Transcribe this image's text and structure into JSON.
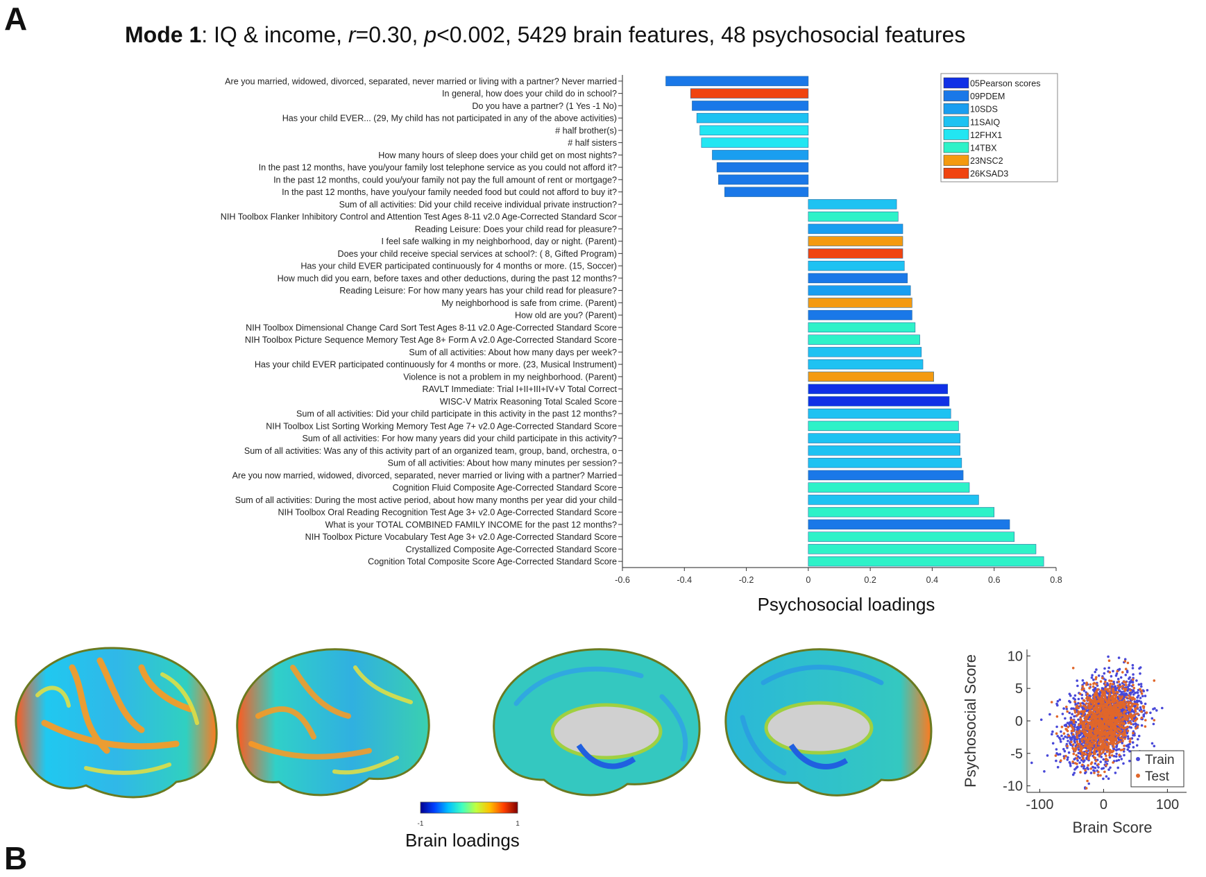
{
  "panel_label": "A",
  "panel_label_next": "B",
  "title": {
    "bold": "Mode 1",
    "plain1": ": IQ & income, ",
    "r_sym": "r",
    "r_val": "=0.30, ",
    "p_sym": "p",
    "p_val": "<0.002, 5429 brain features, 48 psychosocial features"
  },
  "colors": {
    "05Pearson scores": "#1030e6",
    "09PDEM": "#1a78e8",
    "10SDS": "#1a9ef0",
    "11SAIQ": "#1ec2f2",
    "12FHX1": "#22e6f2",
    "14TBX": "#2ef2c8",
    "23NSC2": "#f49a10",
    "26KSAD3": "#f04410"
  },
  "chart_data": [
    {
      "type": "bar",
      "orientation": "horizontal",
      "xlabel": "Psychosocial loadings",
      "xlim": [
        -0.6,
        0.8
      ],
      "xticks": [
        -0.6,
        -0.4,
        -0.2,
        0,
        0.2,
        0.4,
        0.6,
        0.8
      ],
      "xtick_labels": [
        "-0.6",
        "-0.4",
        "-0.2",
        "0",
        "0.2",
        "0.4",
        "0.6",
        "0.8"
      ],
      "legend": [
        "05Pearson scores",
        "09PDEM",
        "10SDS",
        "11SAIQ",
        "12FHX1",
        "14TBX",
        "23NSC2",
        "26KSAD3"
      ],
      "legend_placement": "top-right",
      "bars": [
        {
          "label": "Are you married, widowed, divorced, separated, never married or living with a partner? Never married",
          "value": -0.46,
          "group": "09PDEM"
        },
        {
          "label": "In general, how does your child do in school?",
          "value": -0.38,
          "group": "26KSAD3"
        },
        {
          "label": "Do you have a partner? (1 Yes -1 No)",
          "value": -0.375,
          "group": "09PDEM"
        },
        {
          "label": "Has your child EVER... (29, My child has not participated in any of the above activities)",
          "value": -0.36,
          "group": "11SAIQ"
        },
        {
          "label": "# half brother(s)",
          "value": -0.35,
          "group": "12FHX1"
        },
        {
          "label": "# half sisters",
          "value": -0.345,
          "group": "12FHX1"
        },
        {
          "label": "How many hours of sleep does your child get on most nights?",
          "value": -0.31,
          "group": "10SDS"
        },
        {
          "label": "In the past 12 months, have you/your family lost telephone service as you could not afford it?",
          "value": -0.295,
          "group": "09PDEM"
        },
        {
          "label": "In the past 12 months, could you/your family not pay the full amount of rent or mortgage?",
          "value": -0.29,
          "group": "09PDEM"
        },
        {
          "label": "In the past 12 months, have you/your family needed food but could not afford to buy it?",
          "value": -0.27,
          "group": "09PDEM"
        },
        {
          "label": "Sum of all activities:  Did your child receive individual private instruction?",
          "value": 0.285,
          "group": "11SAIQ"
        },
        {
          "label": "NIH Toolbox Flanker Inhibitory Control and Attention Test Ages 8-11 v2.0 Age-Corrected Standard Scor",
          "value": 0.29,
          "group": "14TBX"
        },
        {
          "label": "Reading Leisure: Does your child read for pleasure?",
          "value": 0.305,
          "group": "10SDS"
        },
        {
          "label": "I feel safe walking in my neighborhood, day or night. (Parent)",
          "value": 0.305,
          "group": "23NSC2"
        },
        {
          "label": "Does your child receive special services at school?: ( 8, Gifted Program)",
          "value": 0.305,
          "group": "26KSAD3"
        },
        {
          "label": "Has your child EVER participated continuously for 4 months or more. (15, Soccer)",
          "value": 0.31,
          "group": "11SAIQ"
        },
        {
          "label": "How much did you earn, before taxes and other deductions, during the past 12 months?",
          "value": 0.32,
          "group": "09PDEM"
        },
        {
          "label": "Reading Leisure: For how many years has your child read for pleasure?",
          "value": 0.33,
          "group": "10SDS"
        },
        {
          "label": "My neighborhood is safe from crime. (Parent)",
          "value": 0.335,
          "group": "23NSC2"
        },
        {
          "label": "How old are you? (Parent)",
          "value": 0.335,
          "group": "09PDEM"
        },
        {
          "label": "NIH Toolbox Dimensional Change Card Sort Test Ages 8-11 v2.0 Age-Corrected Standard Score",
          "value": 0.345,
          "group": "14TBX"
        },
        {
          "label": "NIH Toolbox Picture Sequence Memory Test Age 8+ Form A v2.0 Age-Corrected Standard Score",
          "value": 0.36,
          "group": "14TBX"
        },
        {
          "label": "Sum of all activities:  About how many days per week?",
          "value": 0.365,
          "group": "11SAIQ"
        },
        {
          "label": "Has your child EVER participated continuously for 4 months or more. (23, Musical Instrument)",
          "value": 0.37,
          "group": "11SAIQ"
        },
        {
          "label": "Violence is not a problem in my neighborhood. (Parent)",
          "value": 0.405,
          "group": "23NSC2"
        },
        {
          "label": "RAVLT Immediate: Trial I+II+III+IV+V Total Correct",
          "value": 0.45,
          "group": "05Pearson scores"
        },
        {
          "label": "WISC-V Matrix Reasoning Total Scaled Score",
          "value": 0.455,
          "group": "05Pearson scores"
        },
        {
          "label": "Sum of all activities:  Did your child participate in this activity in the past 12 months?",
          "value": 0.46,
          "group": "11SAIQ"
        },
        {
          "label": "NIH Toolbox List Sorting Working Memory Test Age 7+ v2.0 Age-Corrected Standard Score",
          "value": 0.485,
          "group": "14TBX"
        },
        {
          "label": "Sum of all activities:  For how many years did your child participate in this activity?",
          "value": 0.49,
          "group": "11SAIQ"
        },
        {
          "label": "Sum of all activities: Was any of this activity part of an organized team, group, band, orchestra, o",
          "value": 0.49,
          "group": "11SAIQ"
        },
        {
          "label": "Sum of all activities:  About how many minutes per session?",
          "value": 0.495,
          "group": "11SAIQ"
        },
        {
          "label": "Are you now married, widowed, divorced, separated, never married or living with a partner? Married",
          "value": 0.5,
          "group": "09PDEM"
        },
        {
          "label": "Cognition Fluid Composite Age-Corrected Standard Score",
          "value": 0.52,
          "group": "14TBX"
        },
        {
          "label": "Sum of all activities:  During the most active period, about how many months per year did your child",
          "value": 0.55,
          "group": "11SAIQ"
        },
        {
          "label": "NIH Toolbox Oral Reading Recognition Test Age 3+ v2.0 Age-Corrected Standard Score",
          "value": 0.6,
          "group": "14TBX"
        },
        {
          "label": "What is your TOTAL COMBINED FAMILY INCOME for the past 12 months?",
          "value": 0.65,
          "group": "09PDEM"
        },
        {
          "label": "NIH Toolbox Picture Vocabulary Test Age 3+ v2.0 Age-Corrected Standard Score",
          "value": 0.665,
          "group": "14TBX"
        },
        {
          "label": "Crystallized Composite Age-Corrected Standard Score",
          "value": 0.735,
          "group": "14TBX"
        },
        {
          "label": "Cognition Total Composite Score Age-Corrected Standard Score",
          "value": 0.76,
          "group": "14TBX"
        }
      ]
    },
    {
      "type": "scatter",
      "xlabel": "Brain Score",
      "ylabel": "Psychosocial Score",
      "xlim": [
        -120,
        130
      ],
      "ylim": [
        -11,
        11
      ],
      "xticks": [
        -100,
        0,
        100
      ],
      "yticks": [
        -10,
        -5,
        0,
        5,
        10
      ],
      "legend_placement": "bottom-right",
      "series": [
        {
          "name": "Train",
          "color": "#4848d8",
          "n": 1800,
          "x_sd": 28,
          "y_sd": 3.2,
          "corr": 0.3
        },
        {
          "name": "Test",
          "color": "#e0662a",
          "n": 1200,
          "x_sd": 24,
          "y_sd": 2.9,
          "corr": 0.3
        }
      ]
    }
  ],
  "colorbar": {
    "label": "Brain loadings",
    "min_label": "-1",
    "max_label": "1",
    "stops": [
      "#00008f",
      "#0040ff",
      "#00c0ff",
      "#40ffc0",
      "#c0ff40",
      "#ffc000",
      "#ff4000",
      "#800000"
    ]
  }
}
